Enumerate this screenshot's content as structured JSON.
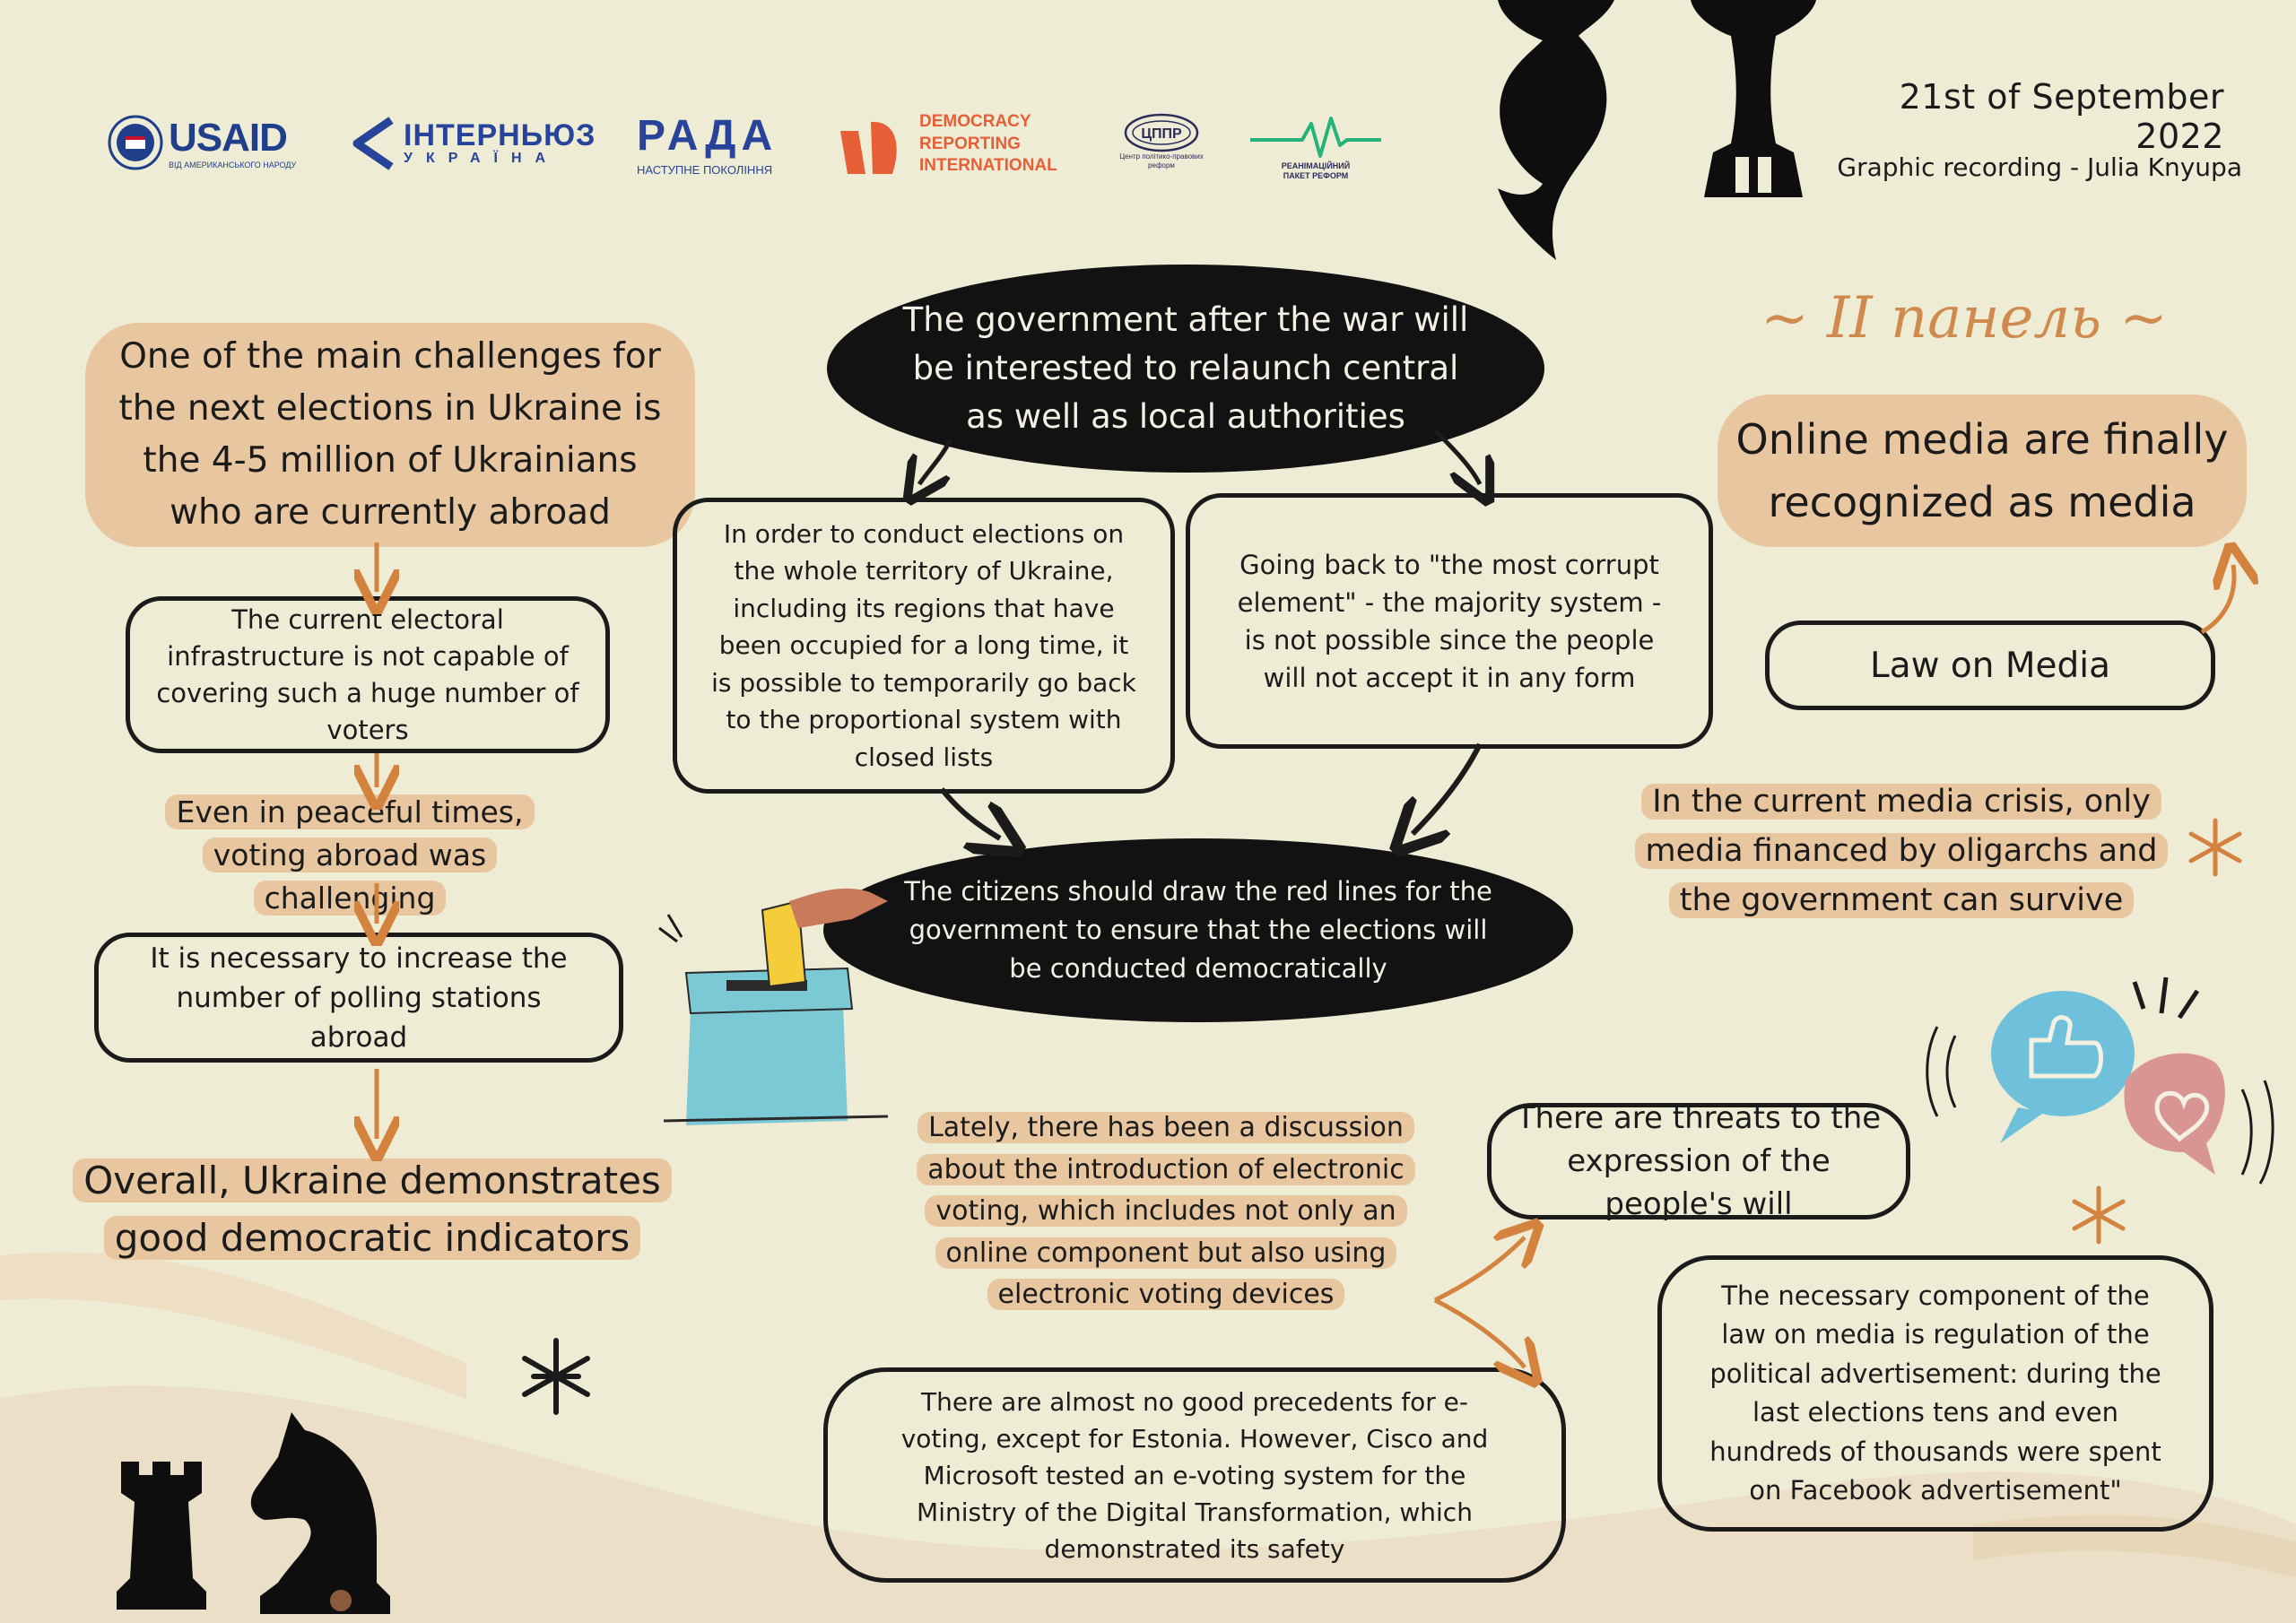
{
  "header": {
    "date": "21st of September 2022",
    "credit": "Graphic recording - Julia Knyupa"
  },
  "logos": {
    "usaid": {
      "name": "USAID",
      "sub": "ВІД АМЕРИКАНСЬКОГО НАРОДУ"
    },
    "internews": {
      "name": "ІНТЕРНЬЮЗ",
      "sub": "УКРАЇНА"
    },
    "rada": {
      "name": "РАДА",
      "sub": "НАСТУПНЕ ПОКОЛІННЯ"
    },
    "dri": {
      "line1": "DEMOCRACY",
      "line2": "REPORTING",
      "line3": "INTERNATIONAL"
    },
    "cppr": {
      "name": "ЦППР",
      "sub": "Центр політико-правових реформ"
    },
    "rpr": {
      "name": "РЕАНІМАЦІЙНИЙ ПАКЕТ РЕФОРМ"
    }
  },
  "panel_title": "~ II панель ~",
  "left_column": {
    "intro": "One of the main challenges for the next elections in Ukraine is the 4-5 million of Ukrainians who are currently abroad",
    "infrastructure": "The current electoral infrastructure is not capable of covering such a huge number of voters",
    "peaceful": "Even in peaceful times, voting abroad was challenging",
    "polling": "It is necessary to increase the number of polling stations abroad",
    "overall": "Overall, Ukraine demonstrates good democratic indicators"
  },
  "center_column": {
    "government": "The government after the war will be interested to relaunch central as well as local authorities",
    "proportional": "In order to conduct elections on the whole territory of Ukraine, including its regions that have been occupied for a long time, it is possible to temporarily go back to the proportional system with closed lists",
    "majority": "Going back to \"the most corrupt element\" - the majority system - is not possible since the people will not accept it in any form",
    "red_lines": "The citizens should draw the red lines for the government to ensure that the elections will be conducted democratically",
    "evoting_discussion": "Lately, there has been a discussion about the introduction of electronic voting, which includes not only an online component but also using electronic voting devices",
    "precedents": "There are almost no good precedents for e-voting, except for Estonia. However, Cisco and Microsoft tested an e-voting system for the Ministry of the Digital Transformation, which demonstrated its safety"
  },
  "right_column": {
    "online_media": "Online media are finally recognized as media",
    "law_on_media": "Law on Media",
    "media_crisis": "In the current media crisis, only media financed by oligarchs and the government can survive",
    "threats": "There are threats to the expression of the people's will",
    "political_ads": "The necessary component of the law on media is regulation of the political advertisement: during the last elections tens and even hundreds of thousands were spent on Facebook advertisement\""
  },
  "colors": {
    "background": "#efecd6",
    "accent_orange": "#d4833f",
    "highlight_peach": "#e8c7a0",
    "ink": "#1b1b1b",
    "ballot_box": "#7cc9d6",
    "like_bubble": "#6fc0da",
    "heart_bubble": "#d99594"
  },
  "icons": [
    "chess-pawn-icon",
    "chess-bishop-icon",
    "chess-rook-icon",
    "chess-knight-icon",
    "ballot-box-icon",
    "thumbs-up-bubble-icon",
    "heart-bubble-icon",
    "asterisk-icon"
  ]
}
